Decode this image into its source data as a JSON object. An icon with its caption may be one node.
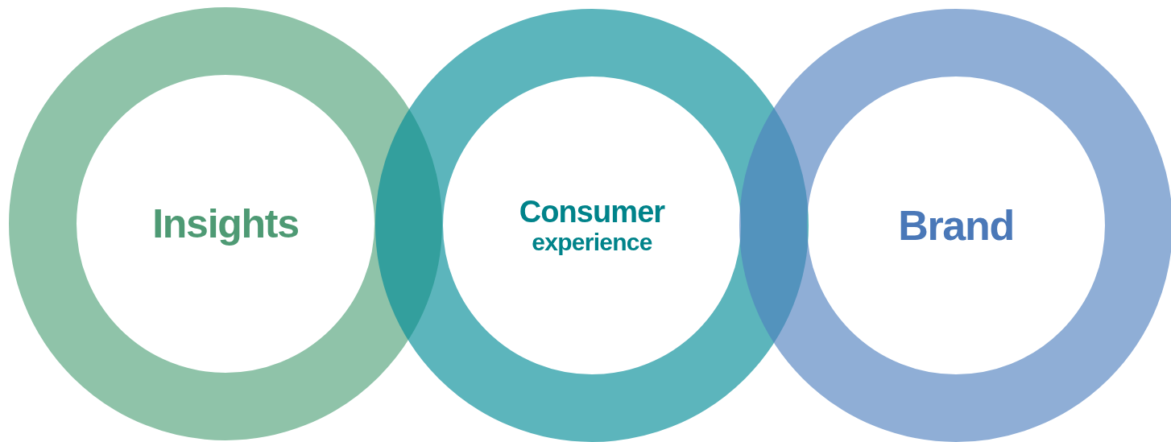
{
  "diagram": {
    "nodes": [
      {
        "text": [
          "Insights"
        ]
      },
      {
        "text": [
          "Consumer",
          "experience"
        ]
      },
      {
        "text": [
          "Brand"
        ]
      }
    ]
  }
}
